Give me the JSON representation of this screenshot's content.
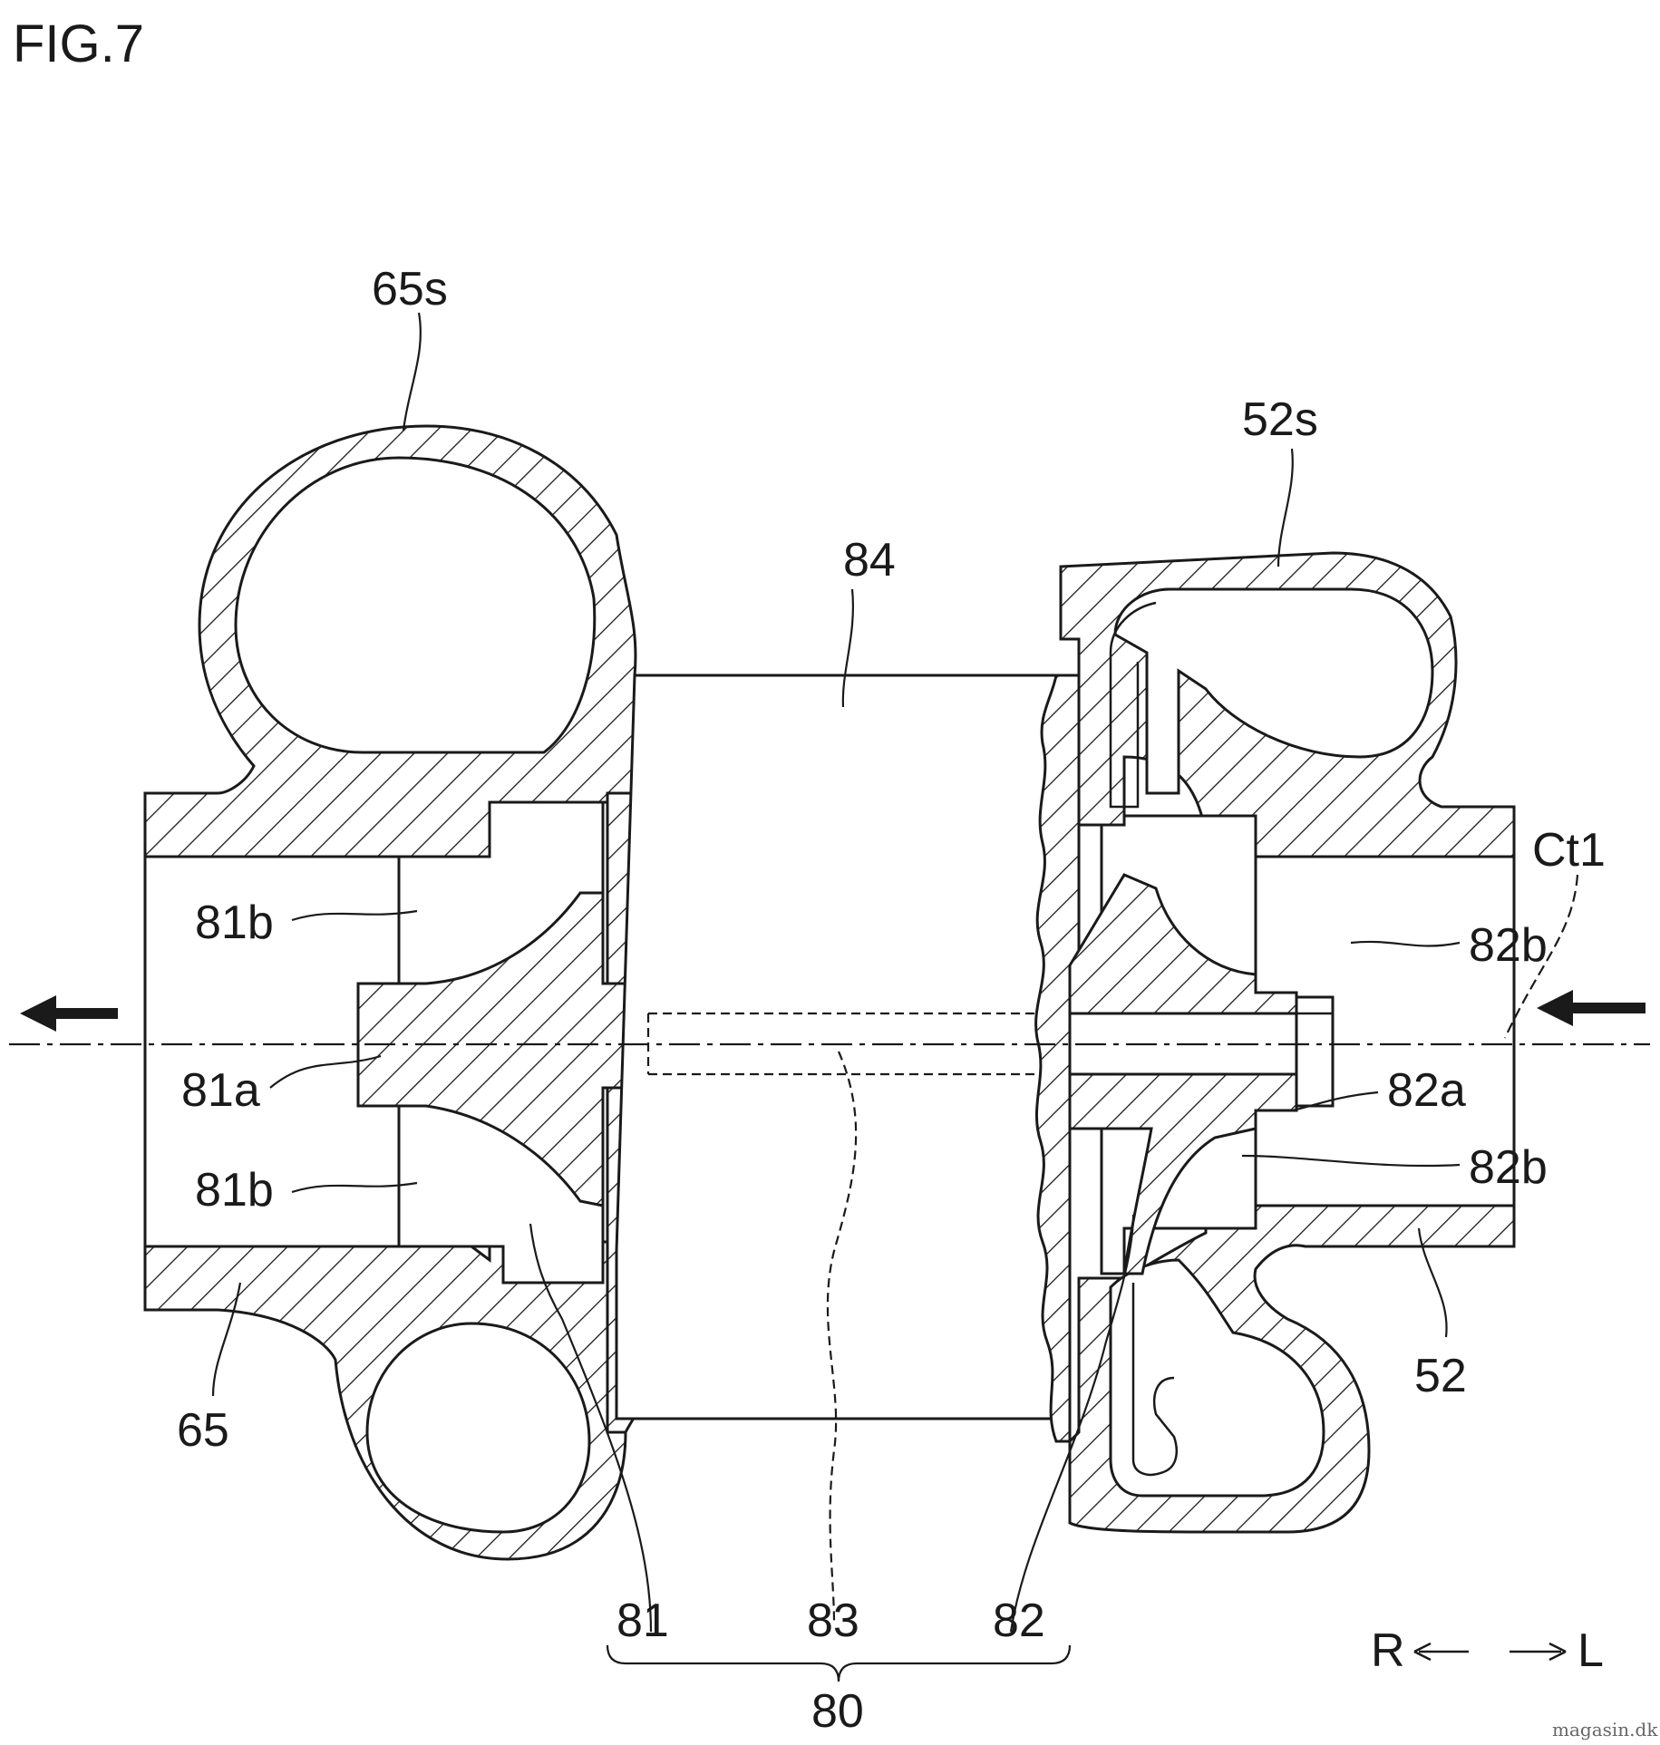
{
  "figure": {
    "title": "FIG.7",
    "watermark": "magasin.dk",
    "direction": {
      "right": "R",
      "left": "L"
    },
    "labels": {
      "l65s": "65s",
      "l52s": "52s",
      "l84": "84",
      "l81b_top": "81b",
      "l81a": "81a",
      "l81b_bottom": "81b",
      "l82b_top": "82b",
      "l82a": "82a",
      "l82b_bottom": "82b",
      "lCt1": "Ct1",
      "l65": "65",
      "l52": "52",
      "l81": "81",
      "l83": "83",
      "l82": "82",
      "l80": "80"
    }
  }
}
